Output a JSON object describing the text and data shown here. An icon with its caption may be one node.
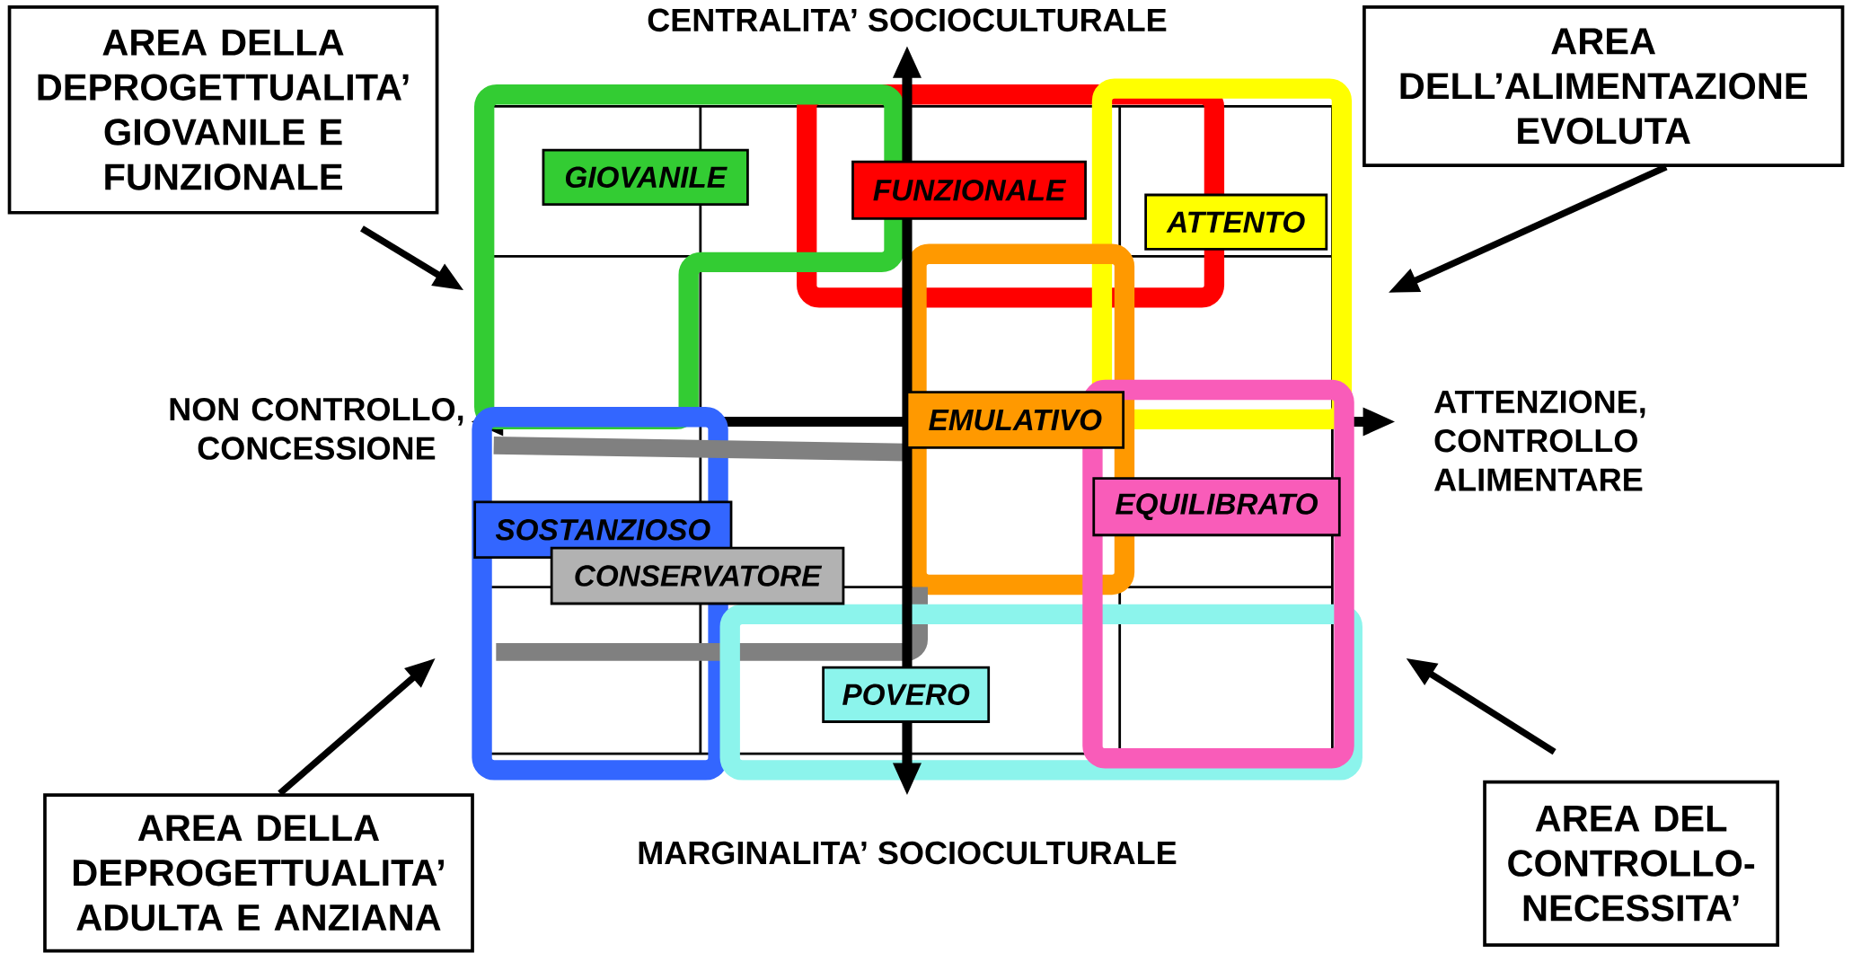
{
  "diagram": {
    "nodes": [
      {
        "text": [
          "AREA DELLA DEPROGETTUALITA’ GIOVANILE E FUNZIONALE"
        ]
      },
      {
        "text": [
          "AREA DELL’ALIMENTAZIONE EVOLUTA"
        ]
      },
      {
        "text": [
          "AREA DELLA DEPROGETTUALITA’ ADULTA E ANZIANA"
        ]
      },
      {
        "text": [
          "AREA DEL CONTROLLO-NECESSITA’"
        ]
      },
      {
        "text": [
          "GIOVANILE"
        ]
      },
      {
        "text": [
          "FUNZIONALE"
        ]
      },
      {
        "text": [
          "ATTENTO"
        ]
      },
      {
        "text": [
          "EMULATIVO"
        ]
      },
      {
        "text": [
          "EQUILIBRATO"
        ]
      },
      {
        "text": [
          "SOSTANZIOSO"
        ]
      },
      {
        "text": [
          "CONSERVATORE"
        ]
      },
      {
        "text": [
          "POVERO"
        ]
      }
    ],
    "edges": [
      {
        "from": 0,
        "to": null,
        "arrow": "to"
      },
      {
        "from": 1,
        "to": null,
        "arrow": "to"
      },
      {
        "from": 2,
        "to": null,
        "arrow": "to"
      },
      {
        "from": 3,
        "to": null,
        "arrow": "to"
      }
    ],
    "labels": [
      "CENTRALITA’ SOCIOCULTURALE",
      "NON CONTROLLO, CONCESSIONE",
      "ATTENZIONE, CONTROLLO ALIMENTARE",
      "MARGINALITA’ SOCIOCULTURALE"
    ]
  }
}
